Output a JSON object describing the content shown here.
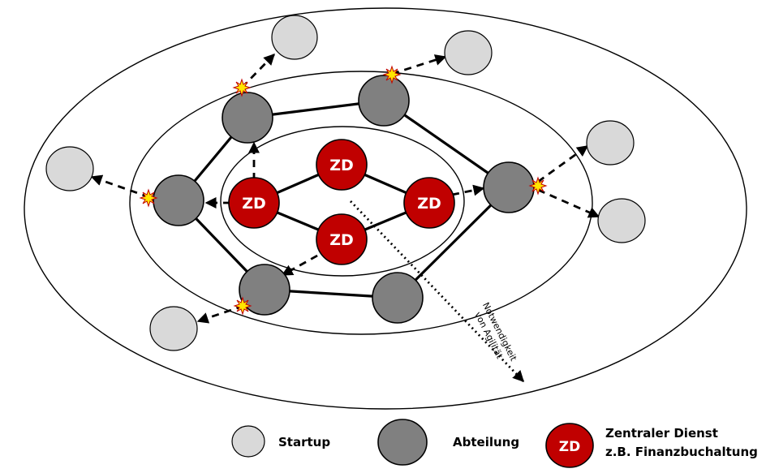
{
  "nodes": {
    "zd_label": "ZD"
  },
  "axis": {
    "line1": "Notwendigkeit",
    "line2": "von Agilität"
  },
  "legend": {
    "startup": "Startup",
    "abteilung": "Abteilung",
    "zd_symbol": "ZD",
    "zd_line1": "Zentraler Dienst",
    "zd_line2": "z.B. Finanzbuchaltung"
  },
  "colors": {
    "startup": "#d9d9d9",
    "abteilung": "#808080",
    "zentraler_dienst": "#c00000",
    "burst": "#ffe600"
  }
}
